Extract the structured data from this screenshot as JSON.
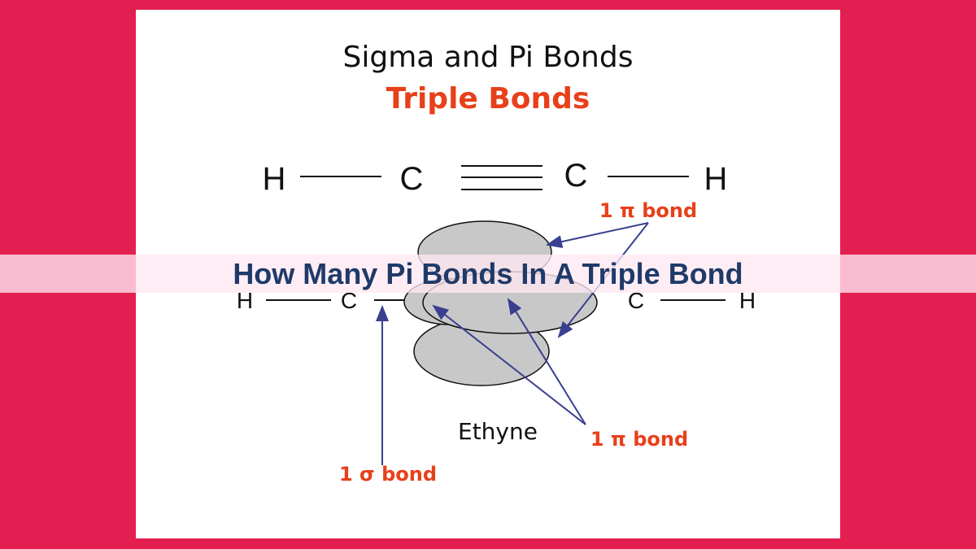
{
  "slide": {
    "title": "Sigma and Pi Bonds",
    "subtitle": "Triple Bonds",
    "structural_formula": {
      "left_h": "H",
      "left_c": "C",
      "right_c": "C",
      "right_h": "H"
    },
    "orbital_model": {
      "left_h": "H",
      "left_c": "C",
      "right_c": "C",
      "right_h": "H"
    },
    "labels": {
      "pi_bond_top": "1 π bond",
      "pi_bond_bottom": "1 π bond",
      "sigma_bond": "1 σ bond",
      "molecule_name": "Ethyne"
    }
  },
  "banner": {
    "text": "How Many Pi Bonds In A Triple Bond"
  },
  "colors": {
    "background": "#e31f51",
    "label_red": "#e8401a",
    "arrow_blue": "#3a3f8f",
    "lobe_gray": "#c8c8c8",
    "banner_text": "#1f3a68"
  }
}
